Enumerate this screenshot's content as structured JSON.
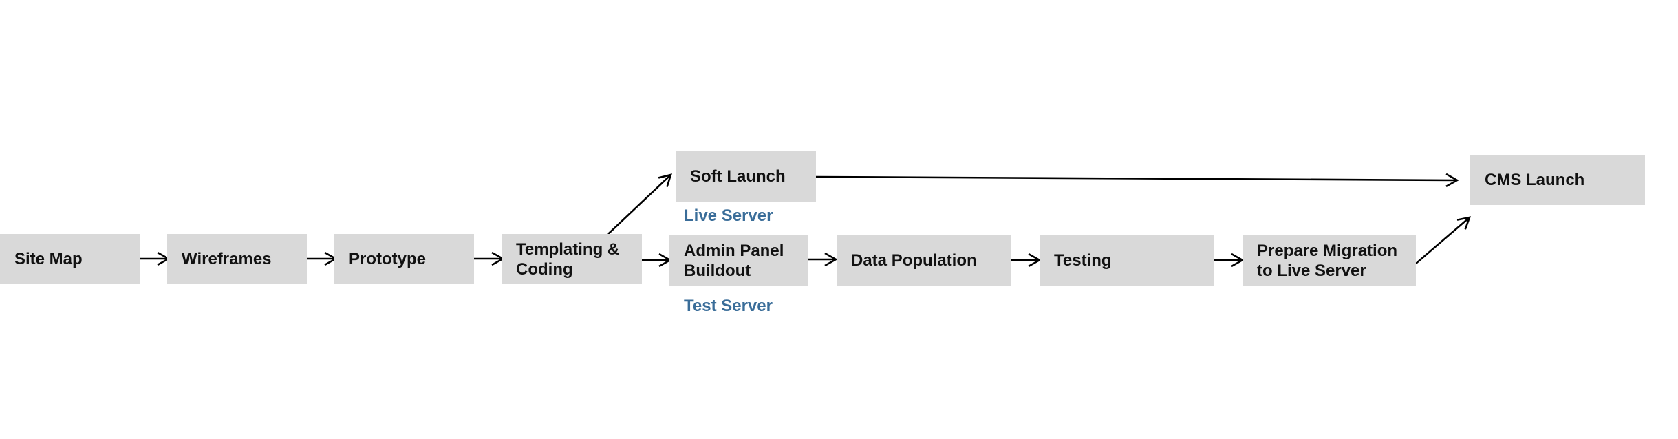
{
  "diagram": {
    "steps": {
      "site_map": "Site Map",
      "wireframes": "Wireframes",
      "prototype": "Prototype",
      "templating": "Templating &\nCoding",
      "soft_launch": "Soft Launch",
      "admin_panel": "Admin  Panel\nBuildout",
      "data_population": "Data Population",
      "testing": "Testing",
      "prepare_migration": "Prepare Migration\nto Live Server",
      "cms_launch": "CMS Launch"
    },
    "environments": {
      "live": "Live Server",
      "test": "Test Server"
    }
  },
  "colors": {
    "box_fill": "#d9d9d9",
    "box_text": "#111111",
    "arrow": "#000000",
    "environment_label": "#3a6d99"
  }
}
